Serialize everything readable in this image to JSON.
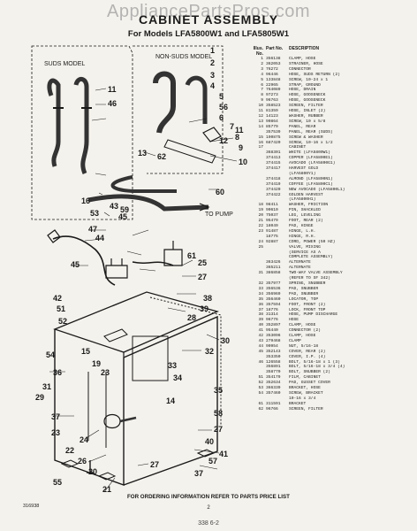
{
  "page": {
    "watermark": "AppliancePartsPros.com",
    "title": "CABINET ASSEMBLY",
    "subtitle": "For Models LFA5800W1 and LFA5805W1",
    "footer": "FOR ORDERING INFORMATION REFER TO PARTS PRICE LIST",
    "page_number": "2",
    "doc_code": "316938",
    "scribble": "338   6-2"
  },
  "diagram": {
    "suds_model": "SUDS MODEL",
    "non_suds_model": "NON-SUDS MODEL",
    "to_pump": "TO PUMP",
    "callouts": [
      "11",
      "46",
      "1",
      "2",
      "3",
      "4",
      "5",
      "56",
      "6",
      "7",
      "8",
      "9",
      "10",
      "11",
      "12",
      "13",
      "62",
      "43",
      "45",
      "16",
      "53",
      "59",
      "60",
      "44",
      "47",
      "45",
      "61",
      "25",
      "27",
      "38",
      "39",
      "28",
      "30",
      "32",
      "33",
      "34",
      "35",
      "36",
      "31",
      "29",
      "37",
      "24",
      "23",
      "22",
      "26",
      "20",
      "21",
      "27",
      "27",
      "40",
      "41",
      "42",
      "51",
      "52",
      "54",
      "55",
      "57",
      "58",
      "37",
      "14",
      "15",
      "19",
      "23"
    ]
  },
  "parts_list": {
    "headers": {
      "fig": "Illus. No.",
      "part": "Part No.",
      "desc": "DESCRIPTION"
    },
    "rows": [
      [
        "1",
        "356138",
        "CLAMP, HOSE"
      ],
      [
        "2",
        "362053",
        "STRAINER, HOSE"
      ],
      [
        "3",
        "76272",
        "CONNECTOR"
      ],
      [
        "4",
        "96446",
        "HOSE, SUDS RETURN (2)"
      ],
      [
        "5",
        "133848",
        "SCREW, 10-24 x 1"
      ],
      [
        "6",
        "22965",
        "STRAP, GROUND"
      ],
      [
        "7",
        "764089",
        "HOSE, DRAIN"
      ],
      [
        "8",
        "97273",
        "HOSE, GOOSENECK"
      ],
      [
        "9",
        "96763",
        "HOSE, GOOSENECK"
      ],
      [
        "10",
        "358523",
        "SCREEN, FILTER"
      ],
      [
        "11",
        "81359",
        "HOSE, INLET (2)"
      ],
      [
        "12",
        "14123",
        "WASHER, RUBBER"
      ],
      [
        "13",
        "90864",
        "SCREW, 10 x 5/8"
      ],
      [
        "14",
        "85779",
        "PANEL, REAR"
      ],
      [
        "",
        "357539",
        "PANEL, REAR (SUDS)"
      ],
      [
        "15",
        "190875",
        "SCREW & WASHER"
      ],
      [
        "16",
        "687420",
        "SCREW, 10-16 x 1/2"
      ],
      [
        "17",
        "",
        "CABINET"
      ],
      [
        "",
        "368301",
        "WHITE (LFA5800W1)"
      ],
      [
        "",
        "374413",
        "COPPER (LFA5800E1)"
      ],
      [
        "",
        "374415",
        "AVOCADO (LFA5800G1)"
      ],
      [
        "",
        "374417",
        "HARVEST GOLD"
      ],
      [
        "",
        "",
        "(LFA5800Y1)"
      ],
      [
        "",
        "374418",
        "ALMOND (LFA5800N1)"
      ],
      [
        "",
        "374419",
        "COFFEE (LFA5800C1)"
      ],
      [
        "",
        "374420",
        "NEW AVOCADO (LFA5800L1)"
      ],
      [
        "",
        "374422",
        "GOLDEN HARVEST"
      ],
      [
        "",
        "",
        "(LFA5800H1)"
      ],
      [
        "18",
        "98411",
        "WASHER, FRICTION"
      ],
      [
        "19",
        "90610",
        "PIN, SHACKLED"
      ],
      [
        "20",
        "75037",
        "LEG, LEVELING"
      ],
      [
        "21",
        "95479",
        "FOOT, REAR (2)"
      ],
      [
        "22",
        "18049",
        "PAD, HINGE"
      ],
      [
        "23",
        "91487",
        "HINGE, L.H."
      ],
      [
        "",
        "18775",
        "HINGE, R.H."
      ],
      [
        "24",
        "92887",
        "CORD, POWER (50 HZ)"
      ],
      [
        "25",
        "",
        "VALVE, MIXING"
      ],
      [
        "",
        "",
        "(SERVICE AS A"
      ],
      [
        "",
        "",
        "COMPLETE ASSEMBLY)"
      ],
      [
        "",
        "363426",
        "ALTERNATE"
      ],
      [
        "",
        "365211",
        "ALTERNATE"
      ],
      [
        "31",
        "386858",
        "TWO-WAY VALVE ASSEMBLY"
      ],
      [
        "",
        "",
        "(REFER TO SF 342)"
      ],
      [
        "32",
        "357977",
        "SPRING, SNUBBER"
      ],
      [
        "33",
        "356536",
        "PAD, SNUBBER"
      ],
      [
        "34",
        "356969",
        "PAD, SNUBBER"
      ],
      [
        "35",
        "356460",
        "LOCATOR, TOP"
      ],
      [
        "36",
        "357594",
        "FOOT, FRONT (2)"
      ],
      [
        "37",
        "18776",
        "LOCK, FRONT TOP"
      ],
      [
        "38",
        "31314",
        "HOSE, PUMP DISCHARGE"
      ],
      [
        "39",
        "96776",
        "HOSE"
      ],
      [
        "40",
        "352897",
        "CLAMP, HOSE"
      ],
      [
        "41",
        "95440",
        "CONNECTOR (2)"
      ],
      [
        "42",
        "353096",
        "CLAMP, HOSE"
      ],
      [
        "43",
        "279468",
        "CLAMP"
      ],
      [
        "44",
        "90954",
        "NUT, 5/16-18"
      ],
      [
        "45",
        "352143",
        "COVER, REAR (2)"
      ],
      [
        "",
        "353350",
        "COVER, I.P. (4)"
      ],
      [
        "46",
        "126558",
        "BOLT, 5/16-18 x 1 (3)"
      ],
      [
        "",
        "356891",
        "BOLT, 5/16-18 x 3/4 (4)"
      ],
      [
        "",
        "358770",
        "BOLT, SNUBBER (2)"
      ],
      [
        "51",
        "354179",
        "FILM, CABINET"
      ],
      [
        "52",
        "352634",
        "PAD, GUSSET COVER"
      ],
      [
        "53",
        "366339",
        "BRACKET, HOSE"
      ],
      [
        "54",
        "357460",
        "SCREW, BRACKET"
      ],
      [
        "",
        "",
        "10-16 x 3/4"
      ],
      [
        "61",
        "311591",
        "BRACKET"
      ],
      [
        "62",
        "96766",
        "SCREEN, FILTER"
      ]
    ]
  }
}
